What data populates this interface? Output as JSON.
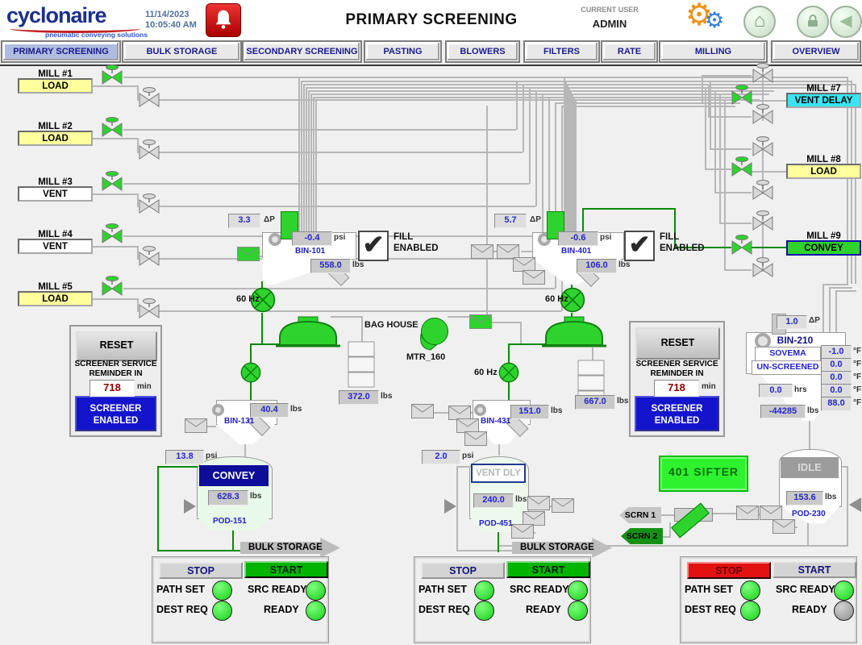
{
  "header": {
    "company": "cyclonaire",
    "tagline": "pneumatic conveying solutions",
    "date": "11/14/2023",
    "time": "10:05:40 AM",
    "title": "PRIMARY SCREENING",
    "user_label": "CURRENT USER",
    "user": "ADMIN"
  },
  "nav": {
    "tabs": [
      {
        "label": "PRIMARY SCREENING",
        "active": true
      },
      {
        "label": "BULK STORAGE",
        "active": false
      },
      {
        "label": "SECONDARY SCREENING",
        "active": false
      },
      {
        "label": "PASTING",
        "active": false
      },
      {
        "label": "BLOWERS",
        "active": false
      },
      {
        "label": "FILTERS",
        "active": false
      },
      {
        "label": "RATE",
        "active": false
      },
      {
        "label": "MILLING",
        "active": false
      },
      {
        "label": "OVERVIEW",
        "active": false
      }
    ]
  },
  "mills_left": [
    {
      "name": "MILL #1",
      "status": "LOAD",
      "color": "#ffff9c"
    },
    {
      "name": "MILL #2",
      "status": "LOAD",
      "color": "#ffff9c"
    },
    {
      "name": "MILL #3",
      "status": "VENT",
      "color": "#ffffff"
    },
    {
      "name": "MILL #4",
      "status": "VENT",
      "color": "#ffffff"
    },
    {
      "name": "MILL #5",
      "status": "LOAD",
      "color": "#ffff9c"
    }
  ],
  "mills_right": [
    {
      "name": "MILL #7",
      "status": "VENT DELAY",
      "color": "#3ae4f4"
    },
    {
      "name": "MILL #8",
      "status": "LOAD",
      "color": "#ffff9c"
    },
    {
      "name": "MILL #9",
      "status": "CONVEY",
      "color": "#2ed32e"
    }
  ],
  "equipment": {
    "bin101": "BIN-101",
    "bin401": "BIN-401",
    "bin131": "BIN-131",
    "bin431": "BIN-431",
    "bin210": "BIN-210",
    "pod151": "POD-151",
    "pod451": "POD-451",
    "pod230": "POD-230",
    "bag_house": "BAG HOUSE",
    "motor": "MTR_160",
    "hz": "60 Hz",
    "sovema": "SOVEMA",
    "unscreened": "UN-SCREENED",
    "sifter": "401 SIFTER",
    "scrn1": "SCRN 1",
    "scrn2": "SCRN 2",
    "bulk_storage": "BULK STORAGE"
  },
  "fill": {
    "check": "✔",
    "line1": "FILL",
    "line2": "ENABLED"
  },
  "pod_status": {
    "pod151": "CONVEY",
    "pod451": "VENT DLY",
    "pod230": "IDLE"
  },
  "values": {
    "bin101_dp": {
      "v": "3.3",
      "u": "ΔP"
    },
    "bin101_psi": {
      "v": "-0.4",
      "u": "psi"
    },
    "bin101_lbs": {
      "v": "558.0",
      "u": "lbs"
    },
    "bin401_dp": {
      "v": "5.7",
      "u": "ΔP"
    },
    "bin401_psi": {
      "v": "-0.6",
      "u": "psi"
    },
    "bin401_lbs": {
      "v": "106.0",
      "u": "lbs"
    },
    "filter1_lbs": {
      "v": "372.0",
      "u": "lbs"
    },
    "filter2_lbs": {
      "v": "667.0",
      "u": "lbs"
    },
    "bin131_lbs": {
      "v": "40.4",
      "u": "lbs"
    },
    "bin431_lbs": {
      "v": "151.0",
      "u": "lbs"
    },
    "pod151_psi": {
      "v": "13.8",
      "u": "psi"
    },
    "pod451_psi": {
      "v": "2.0",
      "u": "psi"
    },
    "pod151_lbs": {
      "v": "628.3",
      "u": "lbs"
    },
    "pod451_lbs": {
      "v": "240.0",
      "u": "lbs"
    },
    "pod230_lbs": {
      "v": "153.6",
      "u": "lbs"
    },
    "bin210_dp": {
      "v": "1.0",
      "u": "ΔP"
    },
    "bin210_hrs": {
      "v": "0.0",
      "u": "hrs"
    },
    "bin210_lbs": {
      "v": "-44285",
      "u": "lbs"
    },
    "temps": [
      {
        "v": "-1.0",
        "u": "°F"
      },
      {
        "v": "0.0",
        "u": "°F"
      },
      {
        "v": "0.0",
        "u": "°F"
      },
      {
        "v": "0.0",
        "u": "°F"
      },
      {
        "v": "88.0",
        "u": "°F"
      }
    ]
  },
  "screener": {
    "reset": "RESET",
    "line1": "SCREENER SERVICE",
    "line2": "REMINDER IN",
    "minutes": "718",
    "unit": "min",
    "status1": "SCREENER",
    "status2": "ENABLED"
  },
  "panel_labels": {
    "stop": "STOP",
    "start": "START",
    "path_set": "PATH SET",
    "src_ready": "SRC READY",
    "dest_req": "DEST REQ",
    "ready": "READY"
  },
  "control_panels": [
    {
      "active_button": "start",
      "path_set": "on",
      "src_ready": "on",
      "dest_req": "on",
      "ready": "on"
    },
    {
      "active_button": "start",
      "path_set": "on",
      "src_ready": "on",
      "dest_req": "on",
      "ready": "on"
    },
    {
      "active_button": "stop",
      "path_set": "on",
      "src_ready": "on",
      "dest_req": "on",
      "ready": "off"
    }
  ],
  "colors": {
    "green": "#2ed32e",
    "dark_green": "#0a8a0a",
    "yellow": "#ffff9c",
    "cyan": "#3ae4f4",
    "navy": "#0d0d99",
    "red": "#e01212",
    "pipe_gray": "#b7b7b7",
    "selected_tab": "#b0bcdf"
  }
}
